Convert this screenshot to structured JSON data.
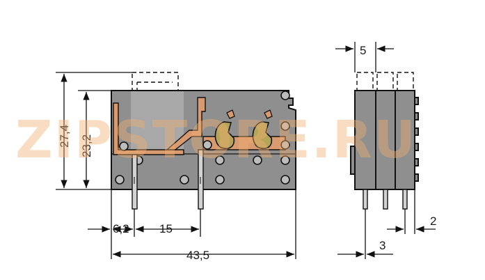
{
  "watermark": "ZIPSTORE.RU",
  "dimensions": {
    "height_total": "27,4",
    "height_body": "23,2",
    "offset_pin": "6,2",
    "pitch_pin": "15",
    "length_total": "43,5",
    "pitch_module": "5",
    "pin_offset_side": "3",
    "pin_width": "2"
  },
  "colors": {
    "body": "#8f8f8f",
    "copper": "#d99a70",
    "spring": "#b5a55a"
  }
}
